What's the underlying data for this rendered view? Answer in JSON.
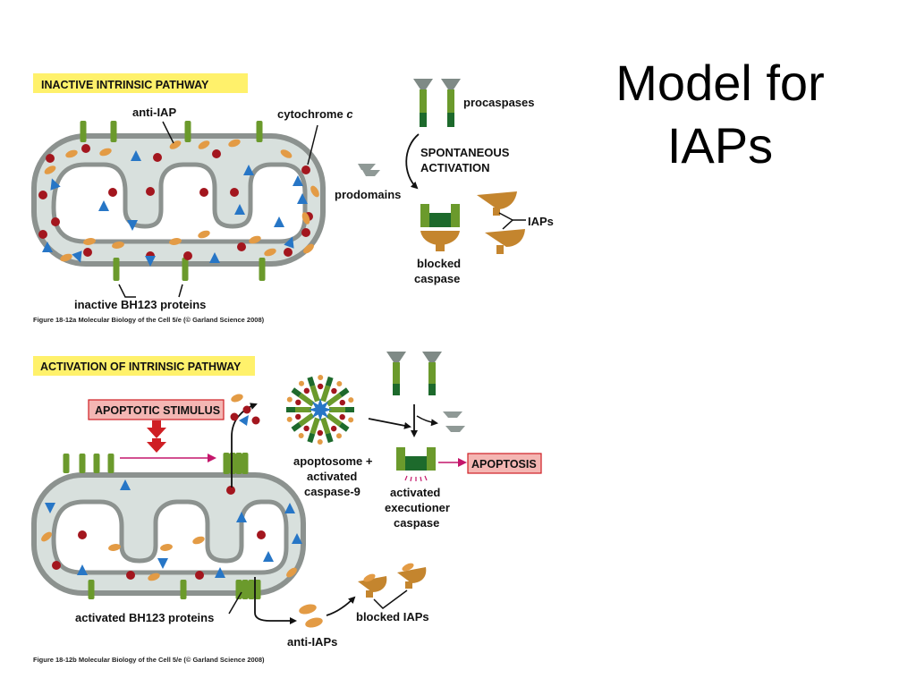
{
  "title": {
    "line1": "Model for",
    "line2": "IAPs"
  },
  "colors": {
    "banner": "#fff16b",
    "membrane": "#8c928f",
    "lumen": "#d8e0dd",
    "red_molecule": "#a3161e",
    "blue_molecule": "#2776c6",
    "orange_molecule": "#e39b45",
    "green_protein": "#6b9a2c",
    "dark_green": "#1d6a2c",
    "apoptosis_box": "#f4b6b3",
    "arrow_magenta": "#c4166b",
    "stimulus_arrow": "#cf1f24"
  },
  "panel_a": {
    "banner": "INACTIVE INTRINSIC PATHWAY",
    "anti_iap": "anti-IAP",
    "cytochrome": "cytochrome",
    "cytochrome_c": "c",
    "procaspases": "procaspases",
    "spontaneous": "SPONTANEOUS",
    "activation": "ACTIVATION",
    "prodomains": "prodomains",
    "iaps": "IAPs",
    "blocked": "blocked",
    "caspase": "caspase",
    "bh123": "inactive BH123 proteins",
    "caption": "Figure 18-12a  Molecular Biology of the Cell 5/e (© Garland Science 2008)"
  },
  "panel_b": {
    "banner": "ACTIVATION OF INTRINSIC PATHWAY",
    "stimulus": "APOPTOTIC STIMULUS",
    "apoptosome_1": "apoptosome +",
    "apoptosome_2": "activated",
    "apoptosome_3": "caspase-9",
    "apoptosis": "APOPTOSIS",
    "executioner_1": "activated",
    "executioner_2": "executioner",
    "executioner_3": "caspase",
    "bh123": "activated BH123 proteins",
    "anti_iaps": "anti-IAPs",
    "blocked_iaps": "blocked IAPs",
    "caption": "Figure 18-12b  Molecular Biology of the Cell 5/e (© Garland Science 2008)"
  }
}
